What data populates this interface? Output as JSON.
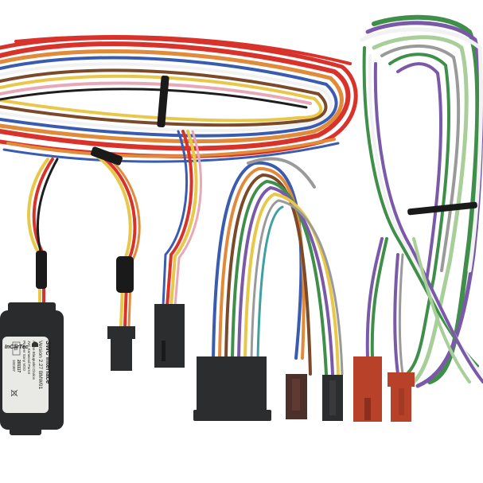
{
  "image": {
    "subject": "Steering wheel control interface wiring harness kit",
    "background": "#ffffff"
  },
  "interface_box": {
    "brand": "InCarTec",
    "title": "SWC Interface",
    "version": "Version 2.27 BMW01",
    "compatible_line1": "Alpine Blaupunkt Clarion",
    "compatible_line2": "JVC Kenwood Parrot",
    "compatible_line3": "Pioneer Sony VDO",
    "code1": "201117",
    "code2": "102307",
    "mark": "E11",
    "body_color": "#2a2b2d",
    "label_color": "#e9e9e6"
  },
  "colors": {
    "wire_red": "#d8322a",
    "wire_orange": "#e08a3a",
    "wire_yellow": "#e8c84a",
    "wire_brown": "#7a4a2a",
    "wire_blue": "#3a5cb0",
    "wire_white": "#f2f2f2",
    "wire_pink": "#e8a8b8",
    "wire_black": "#1e1e1e",
    "wire_green": "#3f8f4a",
    "wire_purple": "#7a5aa8",
    "wire_grey": "#9a9a9a",
    "wire_lightgreen": "#a8cf9a",
    "connector_black": "#2c2d2f",
    "connector_brown": "#4e302a",
    "connector_red": "#b8412a",
    "tie_black": "#1a1a1a"
  }
}
